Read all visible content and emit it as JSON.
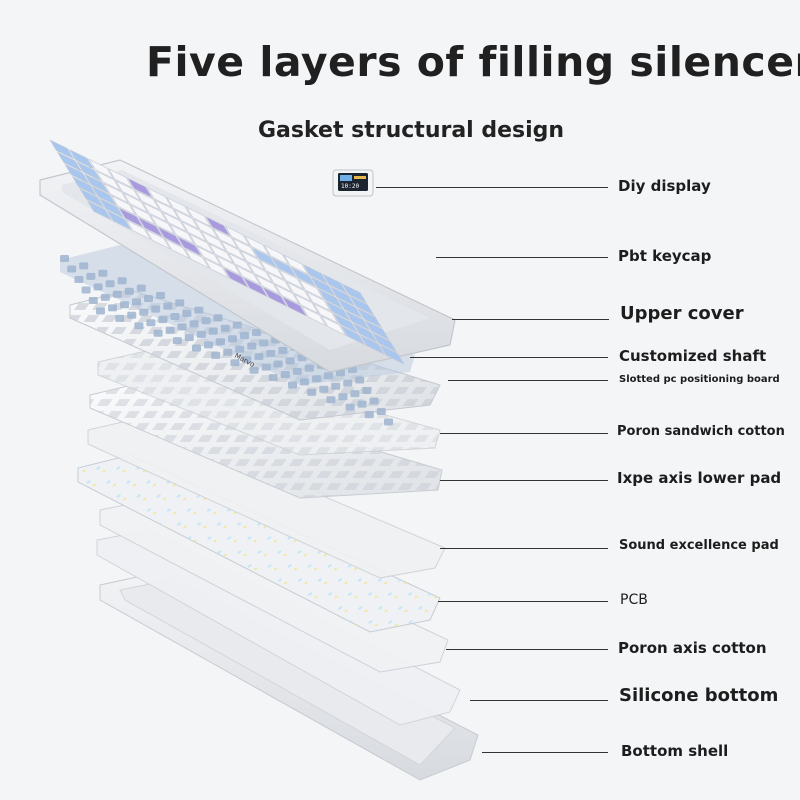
{
  "heading": {
    "title": "Five layers of filling silencer",
    "subtitle": "Gasket structural design"
  },
  "colors": {
    "keycap_blue": "#a9c7ee",
    "keycap_purple": "#a99ae0",
    "keycap_white": "#f7f7fa",
    "frame": "#eceef2",
    "switch": "#9fb4cf"
  },
  "brand_mark": "Marvo",
  "display": {
    "screen_text": "10:20"
  },
  "labels": [
    {
      "text": "Diy display",
      "id": "diy-display"
    },
    {
      "text": "Pbt keycap",
      "id": "pbt-keycap"
    },
    {
      "text": "Upper cover",
      "id": "upper-cover"
    },
    {
      "text": "Customized shaft",
      "id": "customized-shaft"
    },
    {
      "text": "Slotted pc positioning board",
      "id": "slotted-pc-positioning-board"
    },
    {
      "text": "Poron sandwich cotton",
      "id": "poron-sandwich-cotton"
    },
    {
      "text": "Ixpe axis lower pad",
      "id": "ixpe-axis-lower-pad"
    },
    {
      "text": "Sound excellence pad",
      "id": "sound-excellence-pad"
    },
    {
      "text": "PCB",
      "id": "pcb"
    },
    {
      "text": "Poron axis cotton",
      "id": "poron-axis-cotton"
    },
    {
      "text": "Silicone bottom",
      "id": "silicone-bottom"
    },
    {
      "text": "Bottom shell",
      "id": "bottom-shell"
    }
  ]
}
